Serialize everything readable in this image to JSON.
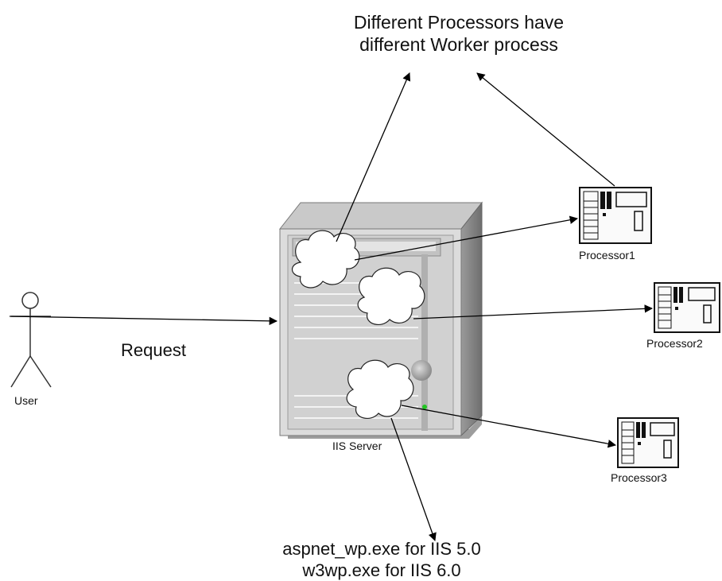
{
  "title": {
    "line1": "Different Processors have",
    "line2": "different Worker process"
  },
  "user": {
    "label": "User"
  },
  "request": {
    "label": "Request"
  },
  "server": {
    "label": "IIS Server"
  },
  "processors": [
    {
      "label": "Processor1"
    },
    {
      "label": "Processor2"
    },
    {
      "label": "Processor3"
    }
  ],
  "worker": {
    "line1": "aspnet_wp.exe for IIS 5.0",
    "line2": "w3wp.exe for IIS 6.0"
  },
  "colors": {
    "line": "#000000",
    "server_light": "#e2e2e2",
    "server_mid": "#bdbdbd",
    "server_dark": "#8a8a8a",
    "cloud": "#ffffff",
    "indicator": "#22c522"
  }
}
